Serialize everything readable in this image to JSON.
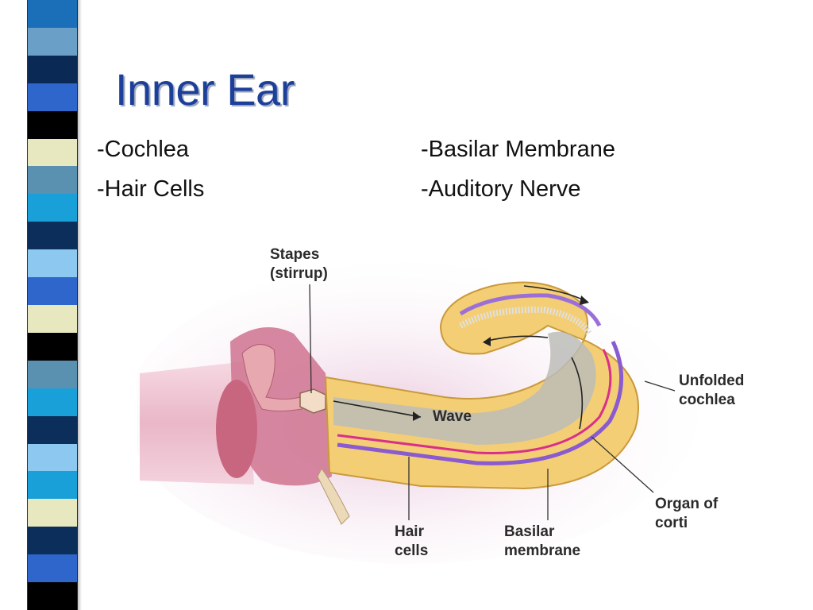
{
  "slide": {
    "title": "Inner Ear",
    "bullets_left": [
      "-Cochlea",
      "-Hair Cells"
    ],
    "bullets_right": [
      "-Basilar Membrane",
      "-Auditory Nerve"
    ]
  },
  "figure": {
    "labels": {
      "stapes_line1": "Stapes",
      "stapes_line2": "(stirrup)",
      "wave": "Wave",
      "unfolded_line1": "Unfolded",
      "unfolded_line2": "cochlea",
      "organ_line1": "Organ of",
      "organ_line2": "corti",
      "hair_line1": "Hair",
      "hair_line2": "cells",
      "basilar_line1": "Basilar",
      "basilar_line2": "membrane"
    }
  },
  "theme": {
    "title_color": "#1c3f9a",
    "stripe_colors": [
      "#1a6fb8",
      "#6aa0c8",
      "#0a2a55",
      "#2e66cc",
      "#000000",
      "#e8e8c0",
      "#5a90b0",
      "#19a0d8",
      "#0b2e5a",
      "#8cc8f0",
      "#2e66cc",
      "#e8e8c0",
      "#000000",
      "#5a90b0",
      "#19a0d8",
      "#0b2e5a",
      "#8cc8f0",
      "#19a0d8",
      "#e8e8c0",
      "#0b2e5a",
      "#2e66cc",
      "#000000"
    ]
  }
}
